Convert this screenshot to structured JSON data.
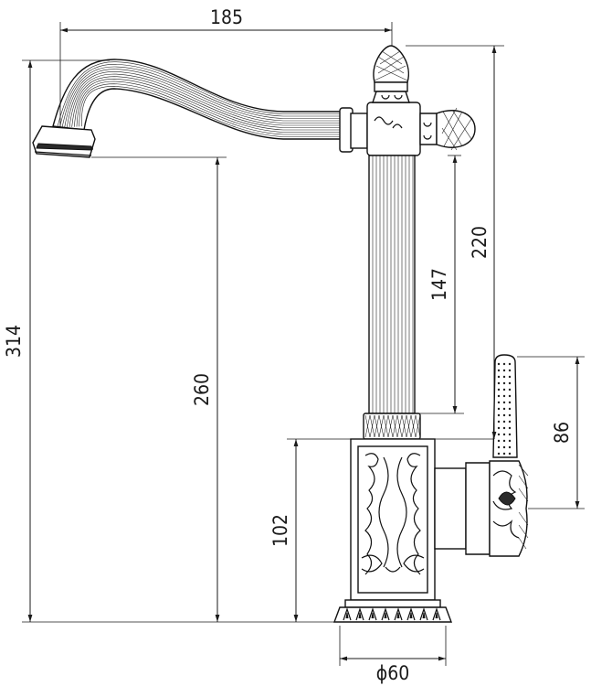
{
  "dimensions": {
    "spout_reach": "185",
    "total_height": "314",
    "spout_clearance": "260",
    "body_to_top": "220",
    "riser_length": "147",
    "handle_height": "86",
    "base_height": "102",
    "base_diameter": "ϕ60"
  }
}
